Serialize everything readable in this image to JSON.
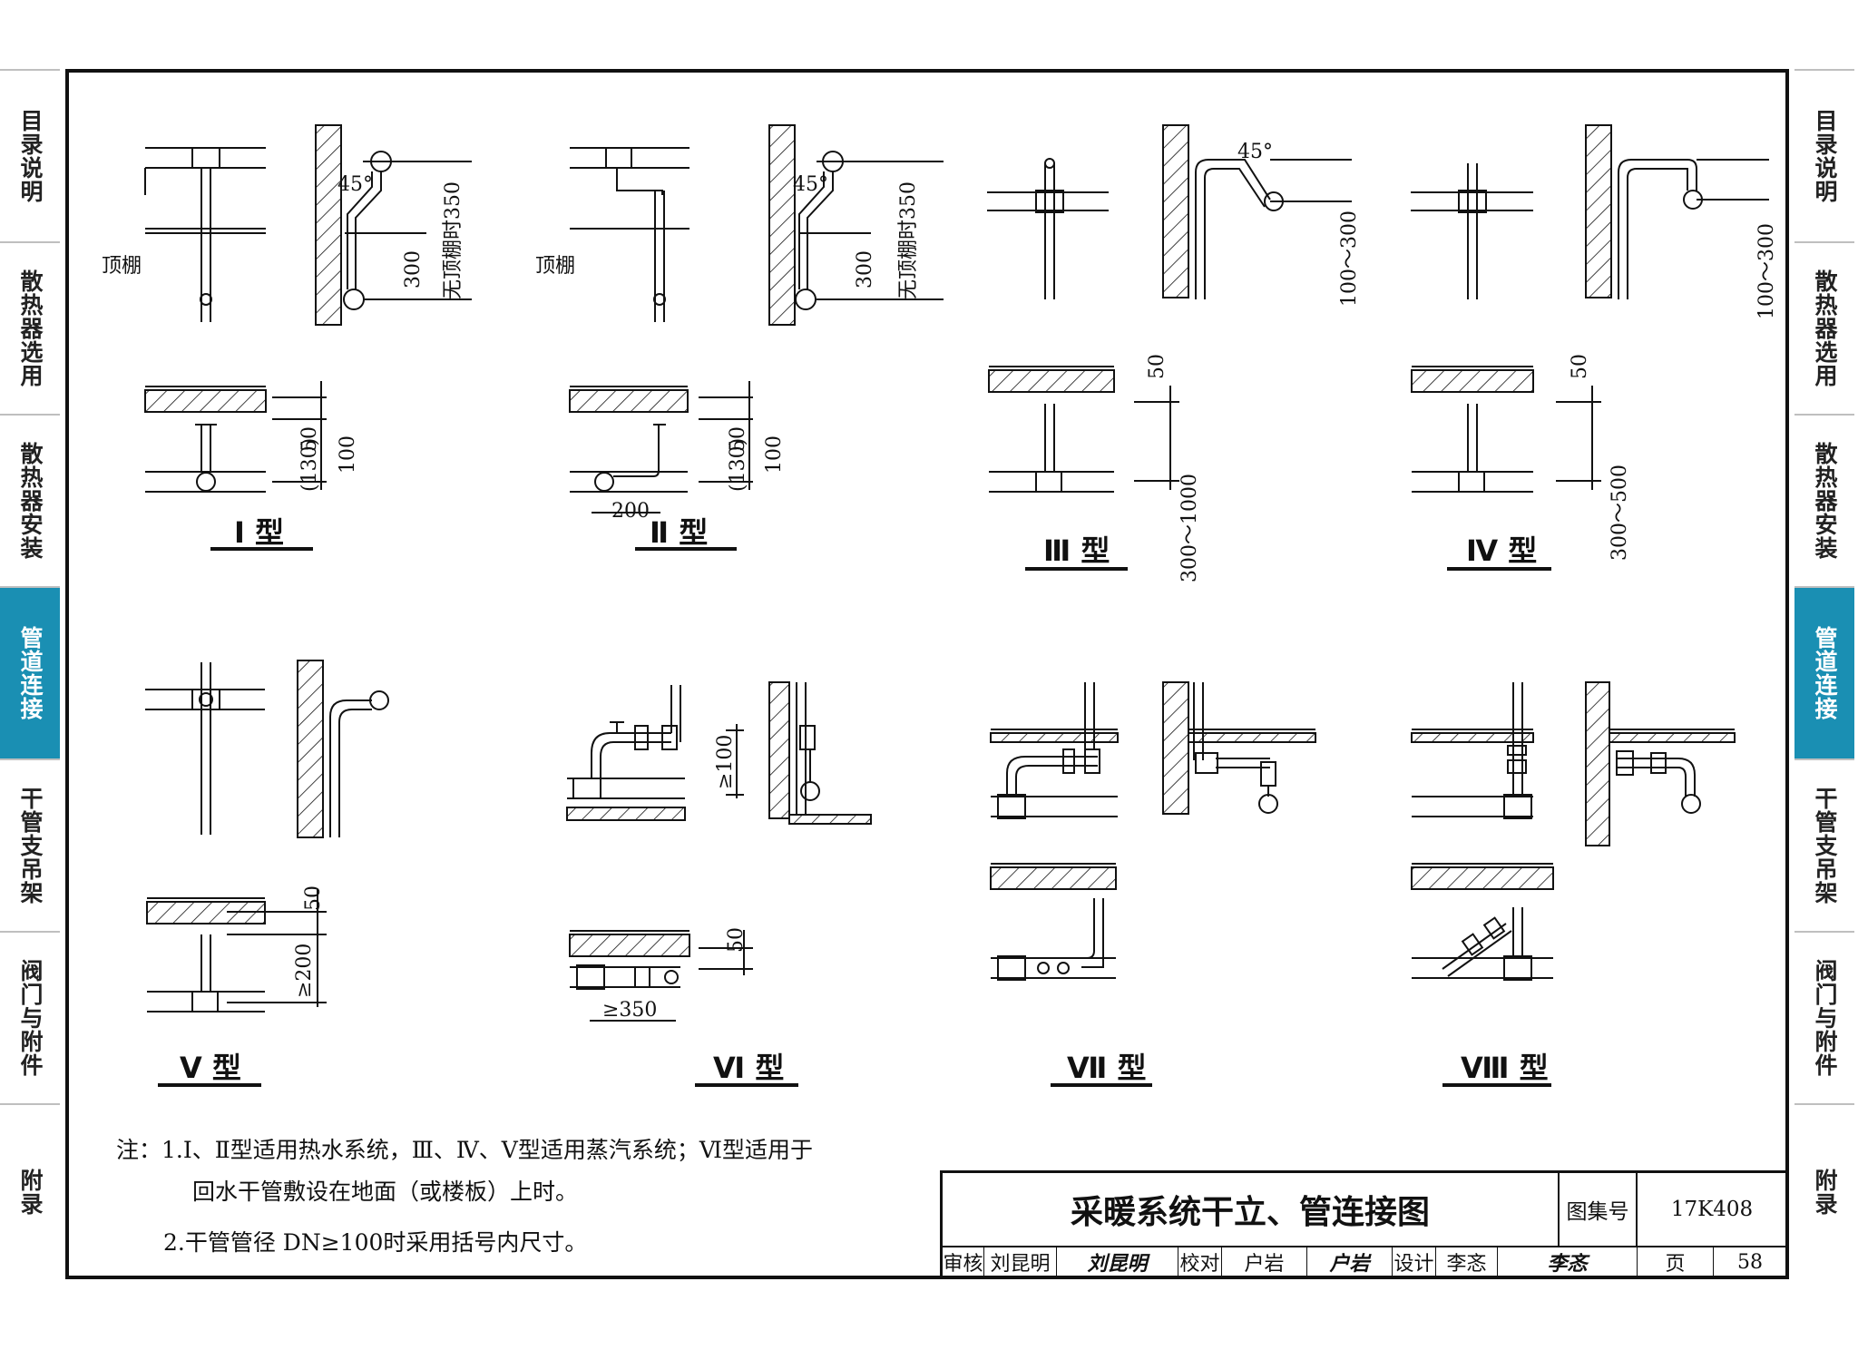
{
  "side_tabs": [
    {
      "label": "目录说明",
      "active": false
    },
    {
      "label": "散热器选用",
      "active": false
    },
    {
      "label": "散热器安装",
      "active": false
    },
    {
      "label": "管道连接",
      "active": true
    },
    {
      "label": "干管支吊架",
      "active": false
    },
    {
      "label": "阀门与附件",
      "active": false
    },
    {
      "label": "附录",
      "active": false
    }
  ],
  "accent_color": "#1a8fb3",
  "diagram": {
    "type_labels": [
      "Ⅰ 型",
      "Ⅱ 型",
      "Ⅲ 型",
      "Ⅳ 型",
      "Ⅴ 型",
      "Ⅵ 型",
      "Ⅶ 型",
      "Ⅷ 型"
    ],
    "dimensions": {
      "d45": "45°",
      "d350": "无顶棚时350",
      "d300": "300",
      "d100_300": "100～300",
      "d50": "50",
      "d130": "(130)",
      "d100": "100",
      "d200": "200",
      "d300_1000": "300～1000",
      "d300_500": "300～500",
      "ge200": "≥200",
      "ge100": "≥100",
      "ge350": "≥350"
    },
    "ceiling_label": "顶棚"
  },
  "notes": {
    "line1": "注：1.Ⅰ、Ⅱ型适用热水系统，Ⅲ、Ⅳ、Ⅴ型适用蒸汽系统；Ⅵ型适用于",
    "line2": "回水干管敷设在地面（或楼板）上时。",
    "line3": "2.干管管径 DN≥100时采用括号内尺寸。"
  },
  "title_block": {
    "title": "采暖系统干立、管连接图",
    "atlas_label": "图集号",
    "atlas_no": "17K408",
    "review_label": "审核",
    "reviewer": "刘昆明",
    "reviewer_sig": "刘昆明",
    "check_label": "校对",
    "checker": "户岩",
    "checker_sig": "户岩",
    "design_label": "设计",
    "designer": "李忞",
    "designer_sig": "李忞",
    "page_label": "页",
    "page_no": "58"
  }
}
